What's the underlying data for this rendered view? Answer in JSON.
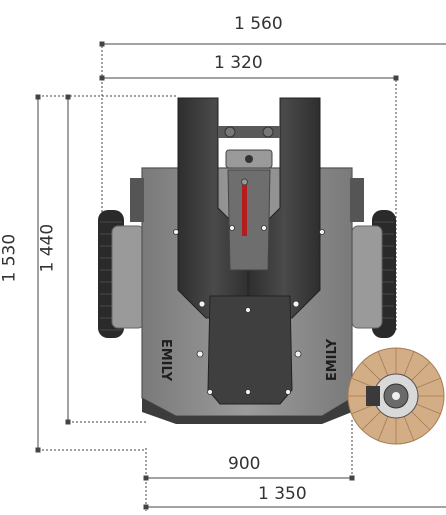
{
  "dimensions": {
    "overall_width": "1 560",
    "body_width": "1 320",
    "overall_length": "1 530",
    "body_length": "1 440",
    "track_width": "900",
    "base_width": "1 350"
  },
  "branding": {
    "logo_text": "EMILY"
  },
  "colors": {
    "dimension_line": "#444444",
    "body_gray": "#8a8a8a",
    "frame_dark": "#3a3a3a",
    "tire": "#2a2a2a",
    "brush": "#c9a27a"
  }
}
